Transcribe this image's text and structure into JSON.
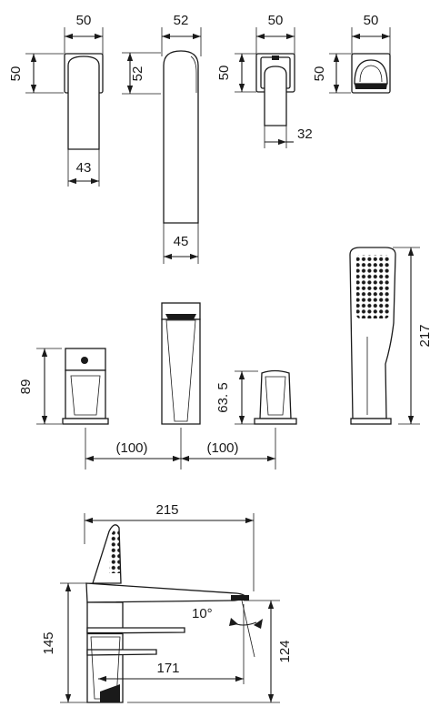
{
  "dimensions": {
    "top_view_handle_width": "50",
    "top_view_spout_width": "52",
    "top_view_diverter_width": "50",
    "top_view_shower_width": "50",
    "top_view_handle_depth": "50",
    "top_view_spout_depth": "52",
    "top_view_diverter_depth": "50",
    "top_view_shower_depth": "50",
    "handle_base_width": "43",
    "diverter_base_width": "32",
    "spout_base_width": "45",
    "handle_height": "89",
    "diverter_height": "63. 5",
    "hand_shower_length": "217",
    "spacing_left": "(100)",
    "spacing_right": "(100)",
    "overall_length": "215",
    "spout_angle": "10°",
    "overall_height": "145",
    "spout_reach": "171",
    "spout_outlet_height": "124"
  },
  "colors": {
    "line": "#1a1a1a",
    "background": "#ffffff"
  }
}
